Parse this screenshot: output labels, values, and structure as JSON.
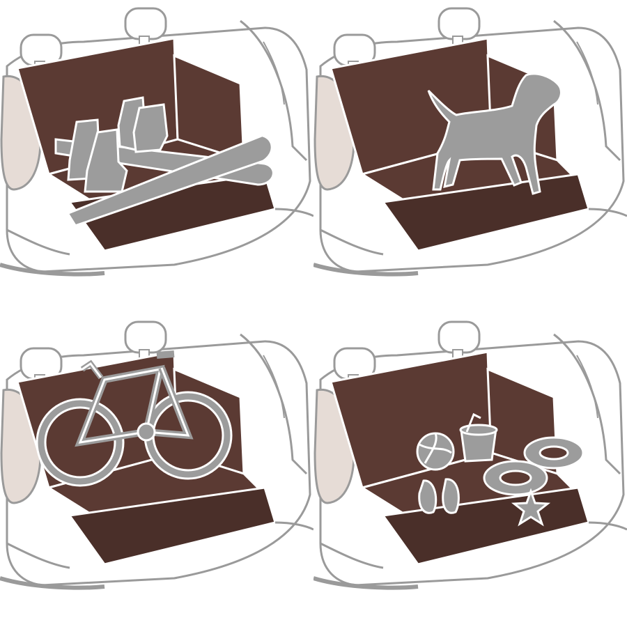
{
  "colors": {
    "background": "#ffffff",
    "car_outline": "#9a9a9a",
    "car_body": "#ffffff",
    "mat_brown": "#5b3a33",
    "mat_edge": "#4a2f29",
    "window_tint": "#e6dcd6",
    "item_gray": "#9c9c9c",
    "item_outline": "#ffffff"
  },
  "panels": [
    {
      "scene": "skis-and-boots",
      "icons": [
        "ski-icon",
        "boot-icon",
        "boot-icon",
        "boot-icon",
        "boot-icon"
      ]
    },
    {
      "scene": "dog",
      "icons": [
        "dog-icon"
      ]
    },
    {
      "scene": "bicycle",
      "icons": [
        "bicycle-icon"
      ]
    },
    {
      "scene": "beach-items",
      "icons": [
        "beach-ball-icon",
        "bucket-icon",
        "swim-ring-icon",
        "swim-ring-icon",
        "flip-flops-icon",
        "starfish-icon"
      ]
    }
  ]
}
